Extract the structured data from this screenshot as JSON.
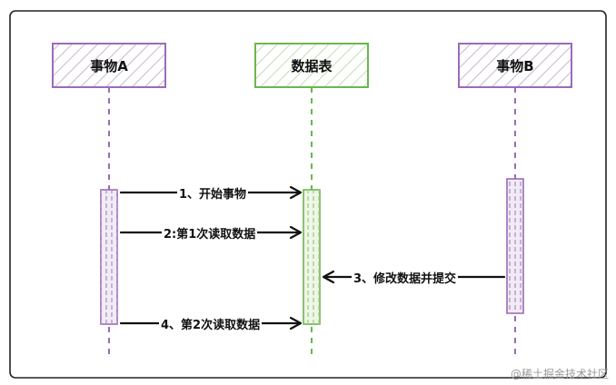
{
  "participants": [
    {
      "id": "a",
      "label": "事物A",
      "color": "#9b6bb8"
    },
    {
      "id": "t",
      "label": "数据表",
      "color": "#6cb64f"
    },
    {
      "id": "b",
      "label": "事物B",
      "color": "#9b6bb8"
    }
  ],
  "messages": [
    {
      "label": "1、开始事物",
      "from": "a",
      "to": "t"
    },
    {
      "label": "2:第1次读取数据",
      "from": "a",
      "to": "t"
    },
    {
      "label": "3、修改数据并提交",
      "from": "b",
      "to": "t"
    },
    {
      "label": "4、第2次读取数据",
      "from": "a",
      "to": "t"
    }
  ],
  "watermark": "@稀土掘金技术社区"
}
